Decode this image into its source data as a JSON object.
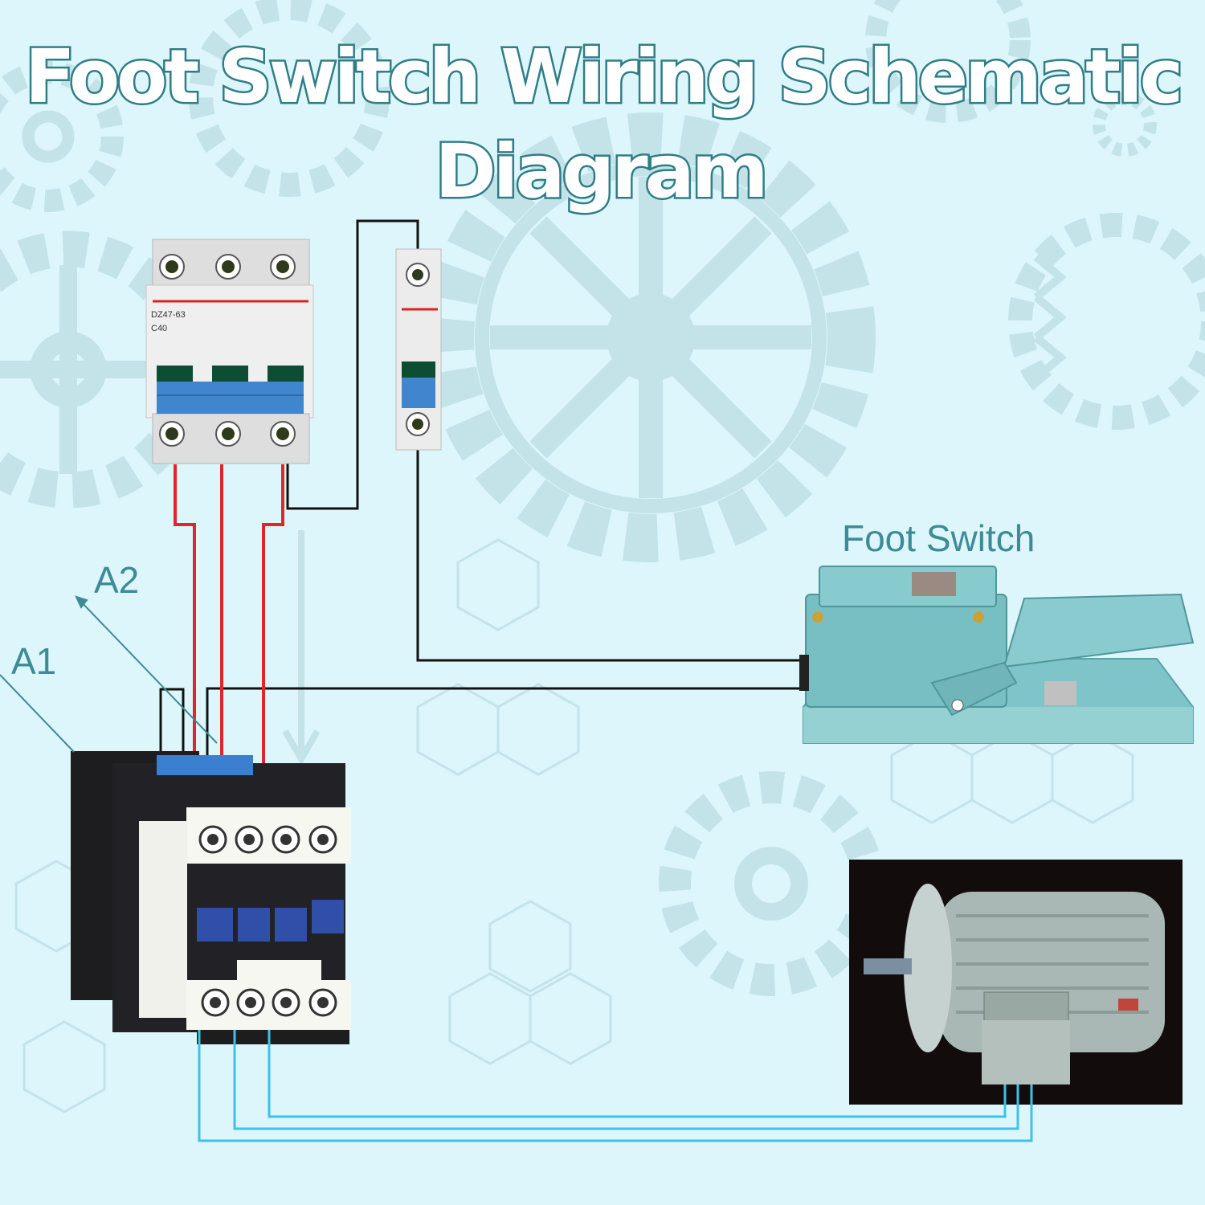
{
  "title": {
    "line1": "Foot Switch Wiring Schematic",
    "line2": "Diagram"
  },
  "labels": {
    "foot_switch": "Foot Switch",
    "a2": "A2",
    "a1": "A1"
  },
  "colors": {
    "background": "#dcf6fb",
    "title_fill": "#ffffff",
    "title_outline": "#2f7d86",
    "label": "#3e8b95",
    "phase_wire": "#e0262b",
    "control_wire": "#111111",
    "motor_wire": "#3fc1ea",
    "switch_body": "#7fc4c8"
  },
  "icons": [
    "gear-background",
    "three-pole-breaker",
    "single-pole-breaker",
    "foot-switch",
    "contactor",
    "electric-motor"
  ]
}
